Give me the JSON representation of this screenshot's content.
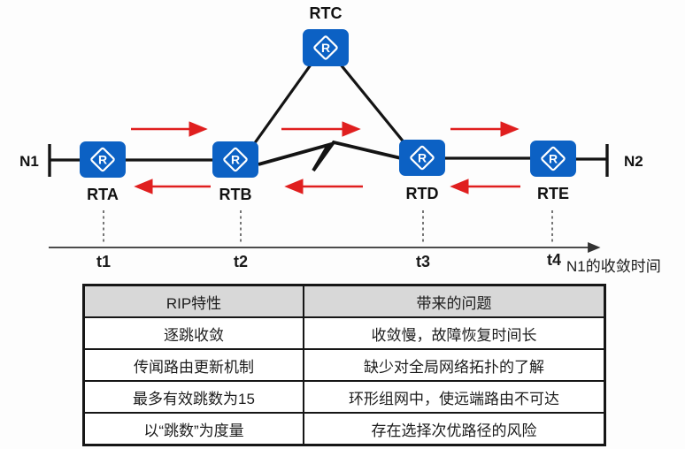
{
  "colors": {
    "router_blue": "#0c61c4",
    "arrow_red": "#e01f1f",
    "line_black": "#141414",
    "table_header_bg": "#d8d8d8"
  },
  "diagram": {
    "net_left_label": "N1",
    "net_right_label": "N2",
    "router_glyph": "R",
    "routers": [
      {
        "label": "RTA"
      },
      {
        "label": "RTB"
      },
      {
        "label": "RTC"
      },
      {
        "label": "RTD"
      },
      {
        "label": "RTE"
      }
    ]
  },
  "timeline": {
    "ticks": [
      "t1",
      "t2",
      "t3",
      "t4"
    ],
    "axis_label": "N1的收敛时间"
  },
  "table": {
    "headers": [
      "RIP特性",
      "带来的问题"
    ],
    "rows": [
      [
        "逐跳收敛",
        "收敛慢，故障恢复时间长"
      ],
      [
        "传闻路由更新机制",
        "缺少对全局网络拓扑的了解"
      ],
      [
        "最多有效跳数为15",
        "环形组网中，使远端路由不可达"
      ],
      [
        "以“跳数”为度量",
        "存在选择次优路径的风险"
      ]
    ]
  }
}
